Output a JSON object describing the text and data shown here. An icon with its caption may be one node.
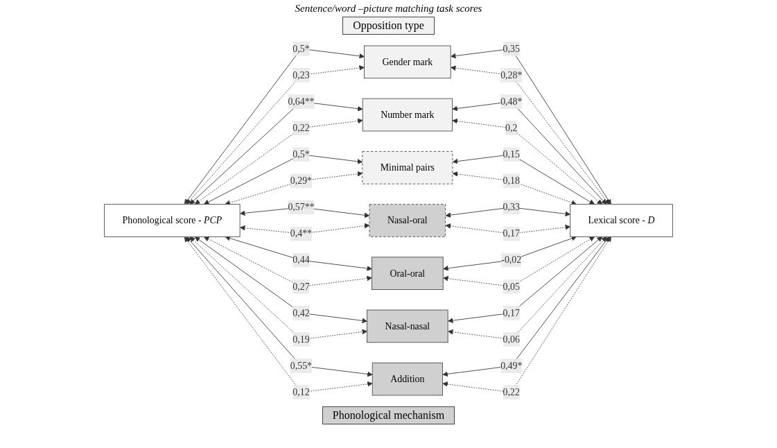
{
  "diagram": {
    "title": "Sentence/word –picture matching task scores",
    "nodes": [
      {
        "text": [
          "Opposition type"
        ]
      },
      {
        "text": [
          "Gender mark"
        ]
      },
      {
        "text": [
          "Number mark"
        ]
      },
      {
        "text": [
          "Minimal pairs"
        ]
      },
      {
        "text": [
          "Nasal-oral"
        ]
      },
      {
        "text": [
          "Oral-oral"
        ]
      },
      {
        "text": [
          "Nasal-nasal"
        ]
      },
      {
        "text": [
          "Addition"
        ]
      },
      {
        "text": [
          "Phonological mechanism"
        ]
      },
      {
        "text": [
          "Phonological score - *PCP*"
        ]
      },
      {
        "text": [
          "Lexical score - *D*"
        ]
      }
    ],
    "edges": [
      {
        "from": 9,
        "to": 1,
        "arrow": "both",
        "label": "0,5*"
      },
      {
        "from": 9,
        "to": 1,
        "arrow": "both",
        "label": "0,23",
        "style": "dashed"
      },
      {
        "from": 1,
        "to": 10,
        "arrow": "both",
        "label": "0,35"
      },
      {
        "from": 1,
        "to": 10,
        "arrow": "both",
        "label": "0,28*",
        "style": "dashed"
      },
      {
        "from": 9,
        "to": 2,
        "arrow": "both",
        "label": "0,64**"
      },
      {
        "from": 9,
        "to": 2,
        "arrow": "both",
        "label": "0,22",
        "style": "dashed"
      },
      {
        "from": 2,
        "to": 10,
        "arrow": "both",
        "label": "0,48*"
      },
      {
        "from": 2,
        "to": 10,
        "arrow": "both",
        "label": "0,2",
        "style": "dashed"
      },
      {
        "from": 9,
        "to": 3,
        "arrow": "both",
        "label": "0,5*"
      },
      {
        "from": 9,
        "to": 3,
        "arrow": "both",
        "label": "0,29*",
        "style": "dashed"
      },
      {
        "from": 3,
        "to": 10,
        "arrow": "both",
        "label": "0,15"
      },
      {
        "from": 3,
        "to": 10,
        "arrow": "both",
        "label": "0,18",
        "style": "dashed"
      },
      {
        "from": 9,
        "to": 4,
        "arrow": "both",
        "label": "0,57**"
      },
      {
        "from": 9,
        "to": 4,
        "arrow": "both",
        "label": "0,4**",
        "style": "dashed"
      },
      {
        "from": 4,
        "to": 10,
        "arrow": "both",
        "label": "0,33"
      },
      {
        "from": 4,
        "to": 10,
        "arrow": "both",
        "label": "0,17",
        "style": "dashed"
      },
      {
        "from": 9,
        "to": 5,
        "arrow": "both",
        "label": "0,44"
      },
      {
        "from": 9,
        "to": 5,
        "arrow": "both",
        "label": "0,27",
        "style": "dashed"
      },
      {
        "from": 5,
        "to": 10,
        "arrow": "both",
        "label": "-0,02"
      },
      {
        "from": 5,
        "to": 10,
        "arrow": "both",
        "label": "0,05",
        "style": "dashed"
      },
      {
        "from": 9,
        "to": 6,
        "arrow": "both",
        "label": "0,42"
      },
      {
        "from": 9,
        "to": 6,
        "arrow": "both",
        "label": "0,19",
        "style": "dashed"
      },
      {
        "from": 6,
        "to": 10,
        "arrow": "both",
        "label": "0,17"
      },
      {
        "from": 6,
        "to": 10,
        "arrow": "both",
        "label": "0,06",
        "style": "dashed"
      },
      {
        "from": 9,
        "to": 7,
        "arrow": "both",
        "label": "0,55*"
      },
      {
        "from": 9,
        "to": 7,
        "arrow": "both",
        "label": "0,12",
        "style": "dashed"
      },
      {
        "from": 7,
        "to": 10,
        "arrow": "both",
        "label": "0,49*"
      },
      {
        "from": 7,
        "to": 10,
        "arrow": "both",
        "label": "0,22",
        "style": "dashed"
      }
    ]
  }
}
